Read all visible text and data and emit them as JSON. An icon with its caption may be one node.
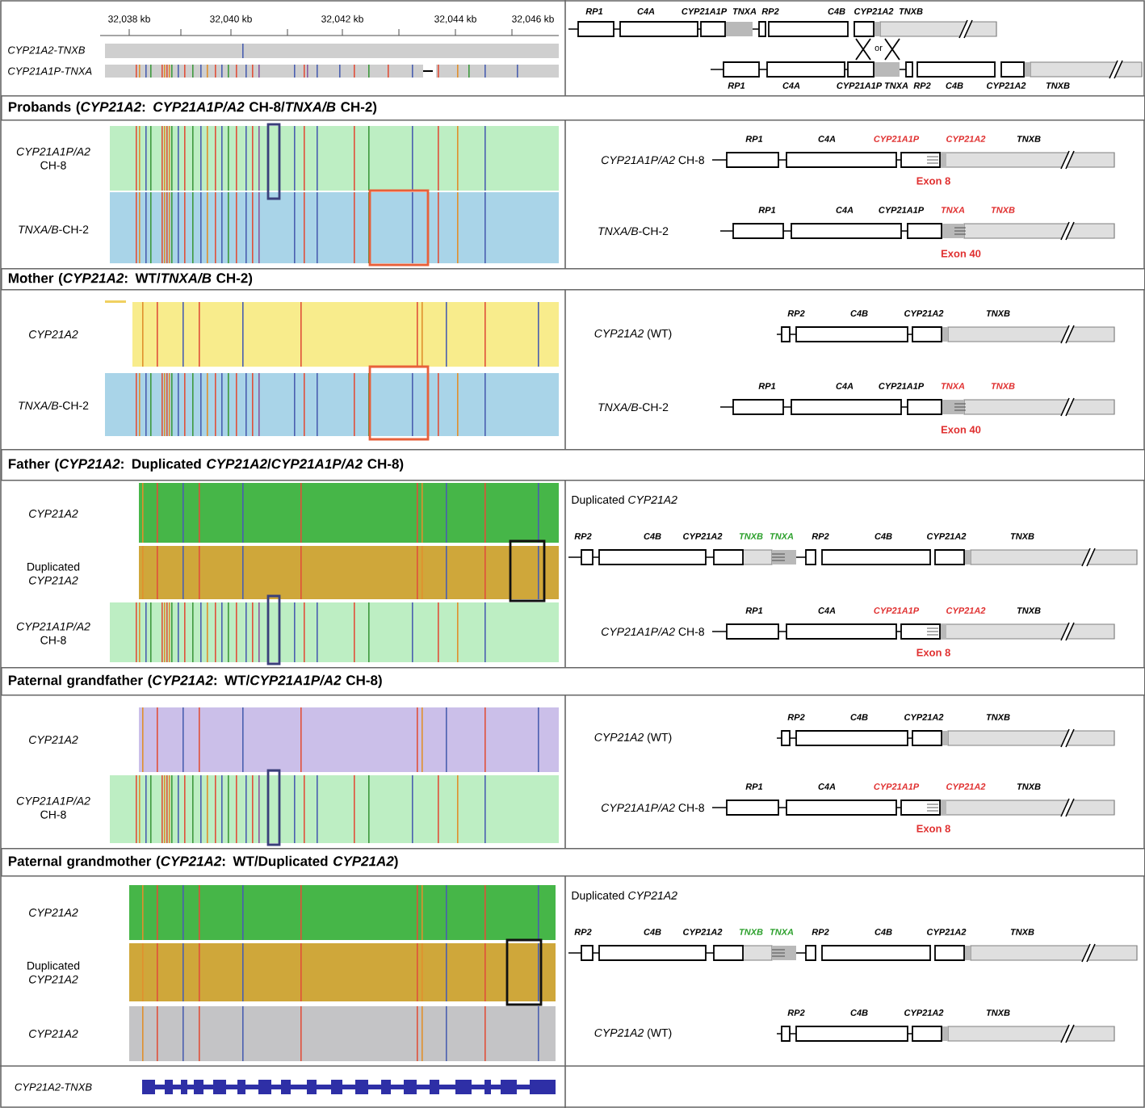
{
  "diagram": {
    "nodes": [
      {
        "text": [
          "Probands (*CYP21A2*: *CYP21A1P/A2* CH-8/*TNXA/B* CH-2)"
        ]
      },
      {
        "text": [
          "Mother (*CYP21A2*: WT/*TNXA/B* CH-2)"
        ]
      },
      {
        "text": [
          "Father (*CYP21A2*: Duplicated *CYP21A2*/*CYP21A1P/A2* CH-8)"
        ]
      },
      {
        "text": [
          "Paternal grandfather (*CYP21A2*: WT/*CYP21A1P/A2* CH-8)"
        ]
      },
      {
        "text": [
          "Paternal grandmother (*CYP21A2*: WT/Duplicated *CYP21A2*)"
        ]
      }
    ],
    "labels": [
      "32,038 kb",
      "32,040 kb",
      "32,042 kb",
      "32,044 kb",
      "32,046 kb",
      "RP1",
      "C4A",
      "CYP21A1P",
      "TNXA",
      "RP2",
      "C4B",
      "CYP21A2",
      "TNXB",
      "CYP21A2-TNXB",
      "CYP21A1P-TNXA",
      "or",
      "RP1",
      "C4A",
      "CYP21A1P",
      "TNXA",
      "RP2",
      "C4B",
      "CYP21A2",
      "TNXB",
      "*CYP21A1P/A2* CH-8",
      "*TNXA/B*-CH-2",
      "*CYP21A1P/A2* CH-8",
      "RP1",
      "C4A",
      "CYP21A1P",
      "CYP21A2",
      "TNXB",
      "Exon 8",
      "*TNXA/B*-CH-2",
      "RP1",
      "C4A",
      "CYP21A1P",
      "TNXA",
      "TNXB",
      "Exon 40",
      "CYP21A2",
      "*TNXA/B*-CH-2",
      "*CYP21A2* (WT)",
      "RP2",
      "C4B",
      "CYP21A2",
      "TNXB",
      "*TNXA/B*-CH-2",
      "RP1",
      "C4A",
      "CYP21A1P",
      "TNXA",
      "TNXB",
      "Exon 40",
      "CYP21A2",
      "Duplicated *CYP21A2*",
      "*CYP21A1P/A2* CH-8",
      "Duplicated *CYP21A2*",
      "RP2",
      "C4B",
      "CYP21A2",
      "TNXB",
      "TNXA",
      "RP2",
      "C4B",
      "CYP21A2",
      "TNXB",
      "*CYP21A1P/A2* CH-8",
      "RP1",
      "C4A",
      "CYP21A1P",
      "CYP21A2",
      "TNXB",
      "Exon 8",
      "CYP21A2",
      "*CYP21A1P/A2* CH-8",
      "*CYP21A2* (WT)",
      "RP2",
      "C4B",
      "CYP21A2",
      "TNXB",
      "*CYP21A1P/A2* CH-8",
      "RP1",
      "C4A",
      "CYP21A1P",
      "CYP21A2",
      "TNXB",
      "Exon 8",
      "CYP21A2",
      "Duplicated *CYP21A2*",
      "CYP21A2",
      "Duplicated *CYP21A2*",
      "RP2",
      "C4B",
      "CYP21A2",
      "TNXB",
      "TNXA",
      "RP2",
      "C4B",
      "CYP21A2",
      "TNXB",
      "*CYP21A2* (WT)",
      "RP2",
      "C4B",
      "CYP21A2",
      "TNXB",
      "CYP21A2-TNXB"
    ]
  }
}
